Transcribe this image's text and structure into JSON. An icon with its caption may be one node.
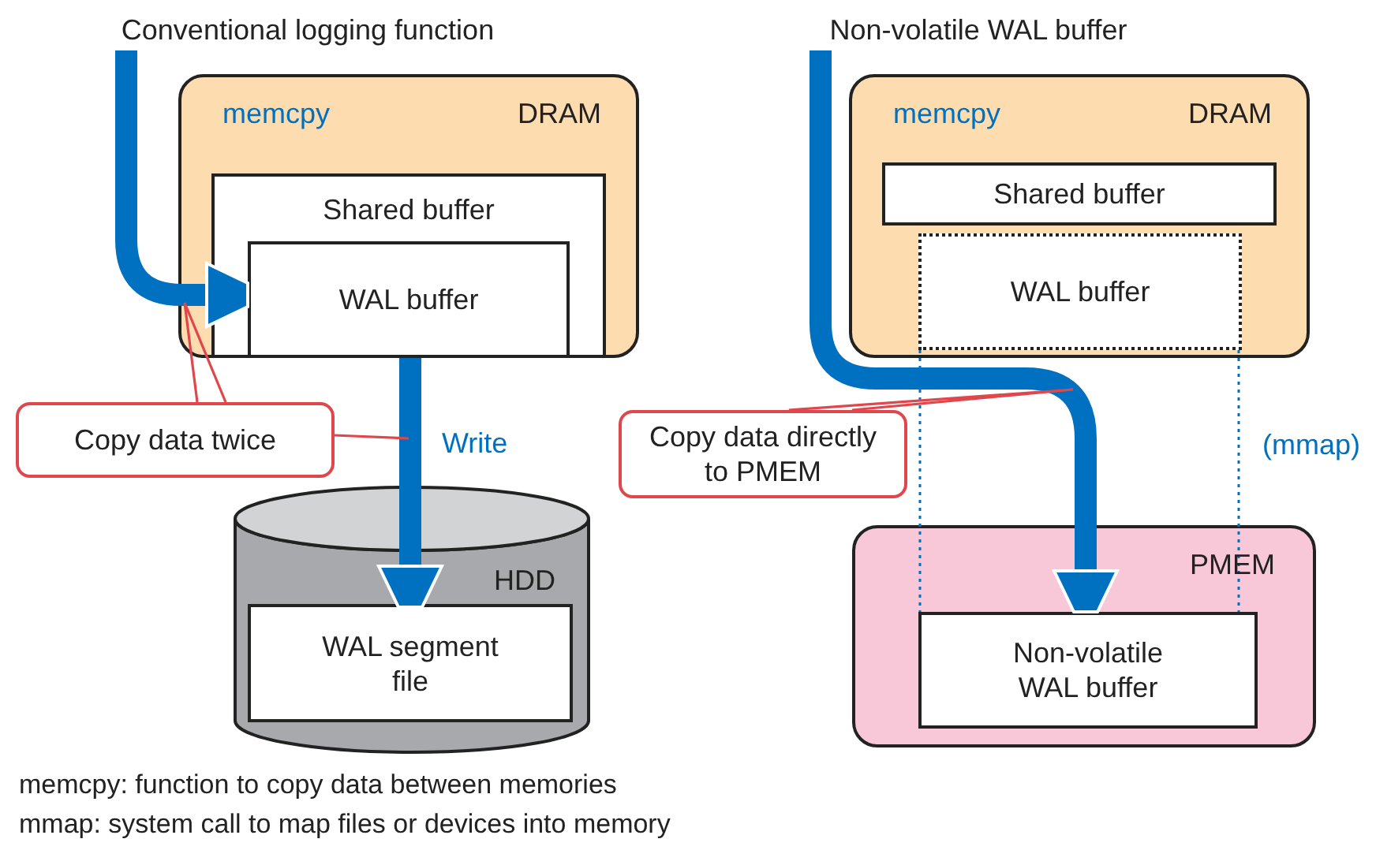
{
  "diagram": {
    "nodes": [
      {
        "text": [
          "Conventional logging function"
        ]
      },
      {
        "text": [
          "memcpy",
          "DRAM"
        ]
      },
      {
        "text": [
          "Shared buffer"
        ],
        "in": 1
      },
      {
        "text": [
          "WAL buffer"
        ],
        "in": 2
      },
      {
        "text": [
          "HDD"
        ]
      },
      {
        "text": [
          "WAL segment file"
        ],
        "in": 4
      },
      {
        "text": [
          "Copy data twice"
        ]
      },
      {
        "text": [
          "Non-volatile WAL buffer"
        ]
      },
      {
        "text": [
          "memcpy",
          "DRAM"
        ]
      },
      {
        "text": [
          "Shared buffer"
        ],
        "in": 8
      },
      {
        "text": [
          "WAL buffer"
        ],
        "in": 8
      },
      {
        "text": [
          "Copy data directly to PMEM"
        ]
      },
      {
        "text": [
          "PMEM"
        ]
      },
      {
        "text": [
          "Non-volatile WAL buffer"
        ],
        "in": 12
      }
    ],
    "edges": [
      {
        "from": 0,
        "to": 3,
        "arrow": "to",
        "style": "thick"
      },
      {
        "from": 3,
        "to": 5,
        "arrow": "to",
        "style": "thick",
        "label": "Write"
      },
      {
        "from": 7,
        "to": 13,
        "arrow": "to",
        "style": "thick"
      },
      {
        "from": 10,
        "to": 13,
        "arrow": "none",
        "style": "dashed"
      },
      {
        "from": 10,
        "to": 13,
        "arrow": "none",
        "style": "dashed",
        "label": "(mmap)"
      },
      {
        "from": 6,
        "to": null,
        "arrow": "none",
        "color": "#e0474c"
      },
      {
        "from": 6,
        "to": null,
        "arrow": "none",
        "color": "#e0474c"
      },
      {
        "from": 11,
        "to": null,
        "arrow": "none",
        "color": "#e0474c"
      }
    ],
    "labels": [
      "memcpy: function to copy data between memories",
      "mmap: system call to map files or devices into memory"
    ]
  }
}
